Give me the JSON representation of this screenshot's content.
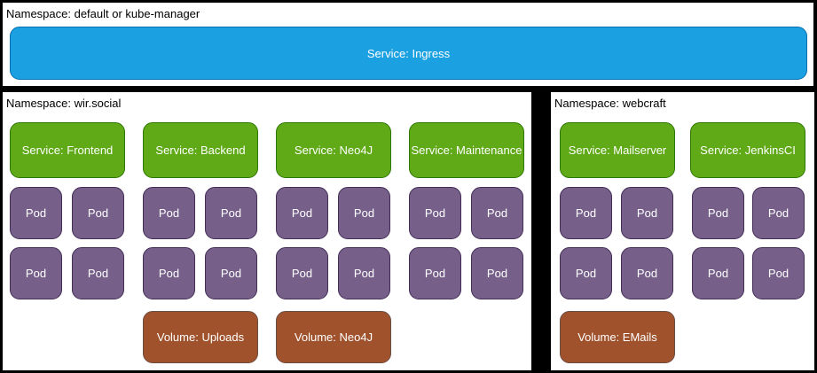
{
  "diagram": {
    "top": {
      "label": "Namespace: default or kube-manager",
      "service": "Service: Ingress"
    },
    "left": {
      "label": "Namespace: wir.social",
      "services": [
        "Service: Frontend",
        "Service: Backend",
        "Service: Neo4J",
        "Service: Maintenance"
      ],
      "volumes": [
        "Volume: Uploads",
        "Volume: Neo4J"
      ]
    },
    "right": {
      "label": "Namespace: webcraft",
      "services": [
        "Service: Mailserver",
        "Service: JenkinsCI"
      ],
      "volumes": [
        "Volume: EMails"
      ]
    },
    "pod_label": "Pod"
  },
  "colors": {
    "background": "#000000",
    "panel": "#ffffff",
    "ingress_fill": "#1ba1e2",
    "ingress_stroke": "#006eaf",
    "service_fill": "#60a917",
    "service_stroke": "#2d7600",
    "pod_fill": "#76608a",
    "pod_stroke": "#432d57",
    "volume_fill": "#a0522d",
    "volume_stroke": "#6d4c41",
    "node_text": "#ffffff",
    "label_text": "#000000"
  }
}
